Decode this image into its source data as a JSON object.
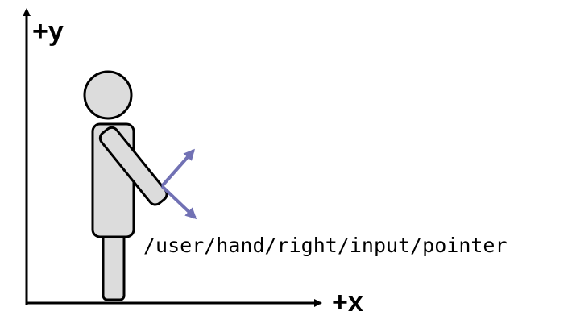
{
  "axes": {
    "x_label": "+x",
    "y_label": "+y"
  },
  "pose": {
    "path_label": "/user/hand/right/input/pointer",
    "pose_color": "#7171b4"
  },
  "figure": {
    "fill_color": "#dcdcdc",
    "outline_color": "#000000"
  }
}
